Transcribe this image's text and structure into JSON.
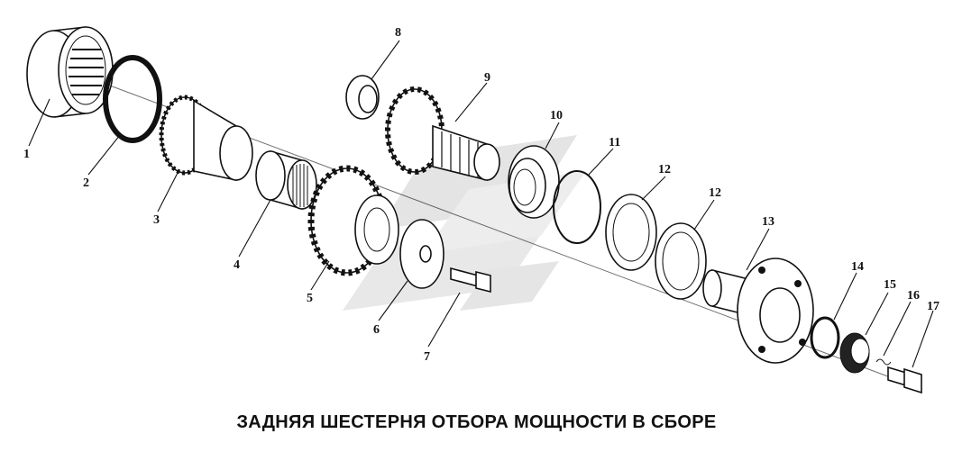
{
  "caption": "ЗАДНЯЯ ШЕСТЕРНЯ ОТБОРА МОЩНОСТИ В СБОРЕ",
  "callouts": [
    "1",
    "2",
    "3",
    "4",
    "5",
    "6",
    "7",
    "8",
    "9",
    "10",
    "11",
    "12",
    "12",
    "13",
    "14",
    "15",
    "16",
    "17"
  ],
  "colors": {
    "ink": "#111111",
    "watermark": "#c8c8c8",
    "background": "#ffffff"
  }
}
